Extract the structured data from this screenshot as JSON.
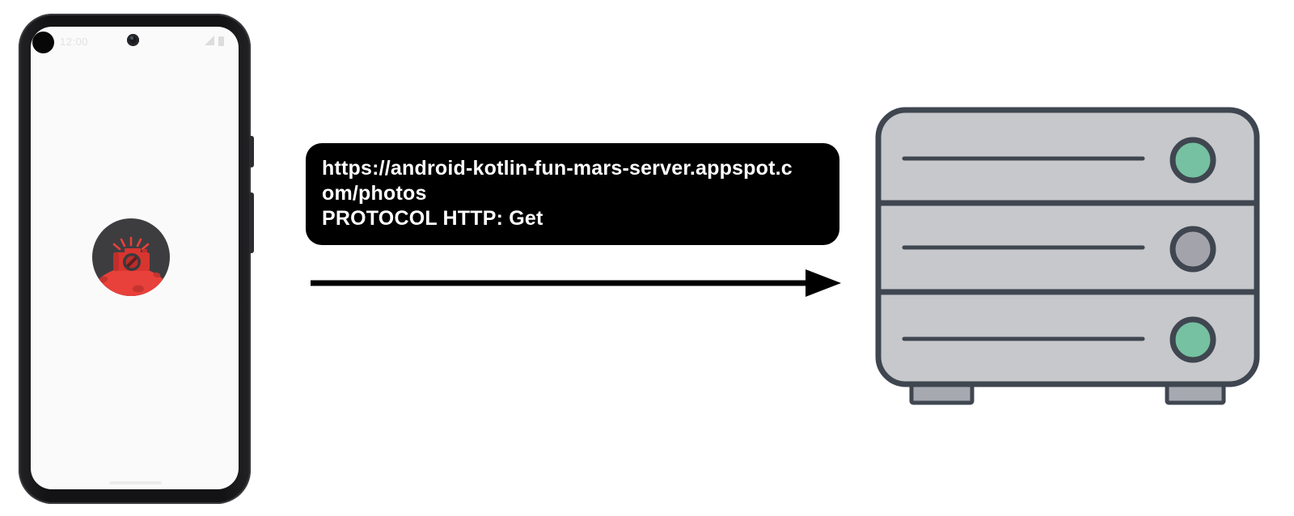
{
  "phone": {
    "status_bar": {
      "time": "12:00"
    },
    "icons": {
      "app_logo": "mars-camera-logo",
      "front_camera": "camera-punch-hole-icon",
      "signal": "signal-icon",
      "battery": "battery-icon"
    }
  },
  "request_bubble": {
    "lines": [
      "https://android-kotlin-fun-mars-server.appspot.c",
      "om/photos",
      "PROTOCOL HTTP: Get"
    ],
    "full_url": "https://android-kotlin-fun-mars-server.appspot.com/photos",
    "protocol": "PROTOCOL HTTP: Get"
  },
  "server": {
    "slots": 3,
    "indicator_lights": [
      {
        "name": "indicator-1",
        "color": "#75c1a1"
      },
      {
        "name": "indicator-2",
        "color": "#a3a4ab"
      },
      {
        "name": "indicator-3",
        "color": "#75c1a1"
      }
    ]
  },
  "colors": {
    "bubble_background": "#000000",
    "bubble_text": "#ffffff",
    "arrow": "#000000",
    "server_body": "#c7c8cc",
    "server_outline": "#3f4650",
    "server_feet": "#a6a9b0",
    "indicator_green": "#75c1a1",
    "indicator_gray": "#a3a4ab",
    "mars_red": "#e8403a",
    "logo_sky": "#3d3d40",
    "phone_frame": "#18181a",
    "phone_screen": "#fafafa"
  }
}
